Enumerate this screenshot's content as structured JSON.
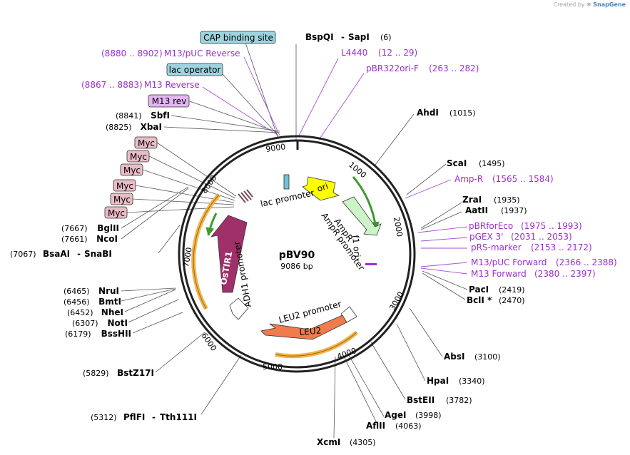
{
  "credit": {
    "prefix": "Created by",
    "brand": "SnapGene"
  },
  "plasmid": {
    "name": "pBV90",
    "size": "9086 bp"
  },
  "ticks": [
    "1000",
    "2000",
    "3000",
    "4000",
    "5000",
    "6000",
    "7000",
    "8000",
    "9000"
  ],
  "enzymes_top": [
    {
      "name": "BspQI",
      "name2": "SapI",
      "pos": "(6)"
    }
  ],
  "enzymes_right": [
    {
      "name": "AhdI",
      "pos": "(1015)"
    },
    {
      "name": "ScaI",
      "pos": "(1495)"
    },
    {
      "name": "ZraI",
      "pos": "(1935)"
    },
    {
      "name": "AatII",
      "pos": "(1937)"
    },
    {
      "name": "PacI",
      "pos": "(2419)"
    },
    {
      "name": "BclI *",
      "pos": "(2470)"
    },
    {
      "name": "AbsI",
      "pos": "(3100)"
    },
    {
      "name": "HpaI",
      "pos": "(3340)"
    },
    {
      "name": "BstEII",
      "pos": "(3782)"
    },
    {
      "name": "AgeI",
      "pos": "(3998)"
    },
    {
      "name": "AflII",
      "pos": "(4063)"
    },
    {
      "name": "XcmI",
      "pos": "(4305)"
    }
  ],
  "enzymes_left": [
    {
      "name": "SbfI",
      "pos": "(8841)"
    },
    {
      "name": "XbaI",
      "pos": "(8825)"
    },
    {
      "name": "BglII",
      "pos": "(7667)"
    },
    {
      "name": "NcoI",
      "pos": "(7661)"
    },
    {
      "name": "BsaAI",
      "name2": "SnaBI",
      "pos": "(7067)"
    },
    {
      "name": "NruI",
      "pos": "(6465)"
    },
    {
      "name": "BmtI",
      "pos": "(6456)"
    },
    {
      "name": "NheI",
      "pos": "(6452)"
    },
    {
      "name": "NotI",
      "pos": "(6307)"
    },
    {
      "name": "BssHII",
      "pos": "(6179)"
    },
    {
      "name": "BstZ17I",
      "pos": "(5829)"
    },
    {
      "name": "PflFI",
      "name2": "Tth111I",
      "pos": "(5312)"
    }
  ],
  "primers_right": [
    {
      "name": "L4440",
      "range": "(12 .. 29)"
    },
    {
      "name": "pBR322ori-F",
      "range": "(263 .. 282)"
    },
    {
      "name": "Amp-R",
      "range": "(1565 .. 1584)"
    },
    {
      "name": "pBRforEco",
      "range": "(1975 .. 1993)"
    },
    {
      "name": "pGEX 3'",
      "range": "(2031 .. 2053)"
    },
    {
      "name": "pRS-marker",
      "range": "(2153 .. 2172)"
    },
    {
      "name": "M13/pUC Forward",
      "range": "(2366 .. 2388)"
    },
    {
      "name": "M13 Forward",
      "range": "(2380 .. 2397)"
    }
  ],
  "primers_left": [
    {
      "name": "M13/pUC Reverse",
      "range": "(8880 .. 8902)"
    },
    {
      "name": "M13 Reverse",
      "range": "(8867 .. 8883)"
    }
  ],
  "boxed_features": [
    {
      "name": "CAP binding site",
      "kind": "protein-bind"
    },
    {
      "name": "lac operator",
      "kind": "protein-bind"
    },
    {
      "name": "M13 rev",
      "kind": "primer-bind"
    },
    {
      "name": "Myc",
      "kind": "tag"
    },
    {
      "name": "Myc",
      "kind": "tag"
    },
    {
      "name": "Myc",
      "kind": "tag"
    },
    {
      "name": "Myc",
      "kind": "tag"
    },
    {
      "name": "Myc",
      "kind": "tag"
    },
    {
      "name": "Myc",
      "kind": "tag"
    }
  ],
  "inner_labels": {
    "lac_promoter": "lac promoter",
    "ori": "ori",
    "ampr1": "AmpR",
    "ampr2": "AmpR promoter",
    "f1": "f1 ori",
    "ostir1": "OsTIR1",
    "adh1": "ADH1 promoter",
    "leu2_promoter": "LEU2 promoter",
    "leu2": "LEU2"
  },
  "colors": {
    "feature_label": "#9b2fd0",
    "protein_bind_box": "#9ed4e0",
    "primer_box": "#e2b6f0",
    "tag_box": "#e9bcc6",
    "ori": "#ffff00",
    "ampr": "#ccf5c7",
    "ostir1": "#a0306a",
    "leu2": "#f07b4c",
    "orange_arc": "#f2b24a",
    "green_arc": "#3e9b2f"
  }
}
